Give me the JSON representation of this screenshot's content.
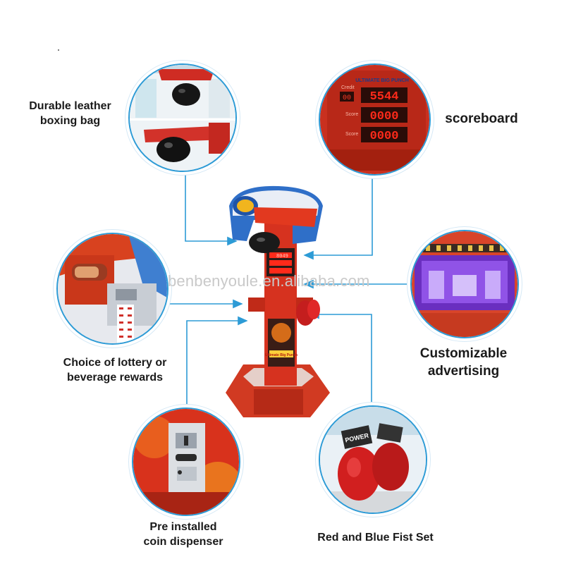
{
  "features": [
    {
      "id": "bag",
      "label_lines": [
        "Durable leather",
        "boxing bag"
      ]
    },
    {
      "id": "scoreboard",
      "label_lines": [
        "scoreboard"
      ]
    },
    {
      "id": "rewards",
      "label_lines": [
        "Choice of lottery or",
        "beverage rewards"
      ]
    },
    {
      "id": "advertising",
      "label_lines": [
        "Customizable",
        "advertising"
      ]
    },
    {
      "id": "coin",
      "label_lines": [
        "Pre installed",
        "coin dispenser"
      ]
    },
    {
      "id": "fists",
      "label_lines": [
        "Red and Blue Fist Set"
      ]
    }
  ],
  "scoreboard_display": {
    "title": "ULTIMATE BIG PUNCH",
    "credit_label": "Credit",
    "credit_value": "00",
    "score_label": "Score",
    "values": [
      "5544",
      "0000",
      "0000"
    ]
  },
  "machine": {
    "front_title": "Ultimate Big Punch",
    "mini_display": "8049"
  },
  "fist_text": "POWER",
  "watermark": "benbenyoule.en.alibaba.com",
  "colors": {
    "accent_blue": "#2d9bd6",
    "machine_red": "#d6321f",
    "display_red": "#ff2a1a"
  }
}
